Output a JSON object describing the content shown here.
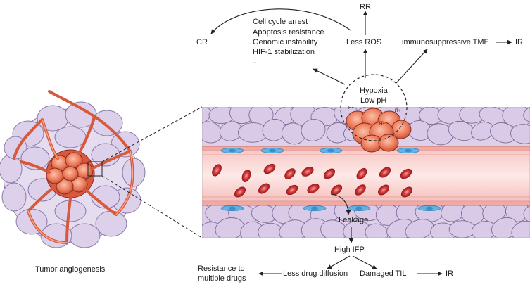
{
  "top": {
    "rr": "RR",
    "less_ros": "Less ROS",
    "cr": "CR",
    "immunosuppressive": "immunosuppressive TME",
    "ir_top": "IR",
    "effects": [
      "Cell cycle arrest",
      "Apoptosis resistance",
      "Genomic instability",
      "HIF-1 stabilization",
      "..."
    ]
  },
  "hypoxia": {
    "line1": "Hypoxia",
    "line2": "Low pH",
    "ion": "H+"
  },
  "bottom": {
    "leakage": "Leakage",
    "high_ifp": "High IFP",
    "less_drug": "Less drug diffusion",
    "damaged_til": "Damaged TIL",
    "ir_bottom": "IR",
    "resistance_line1": "Resistance to",
    "resistance_line2": "multiple drugs"
  },
  "caption": "Tumor angiogenesis",
  "colors": {
    "tissue": "#d9c9e8",
    "tissue_stroke": "#7f6a99",
    "vessel_wall": "#f3b7b4",
    "lumen": "#fbe1df",
    "rbc": "#c8262d",
    "tumor": "#ec7a5c",
    "endothelial": "#5aa9dd",
    "arrow": "#222222"
  },
  "icons": [
    "tumor-mass-icon",
    "blood-vessel-icon",
    "red-blood-cell-icon",
    "endothelial-cell-icon"
  ]
}
